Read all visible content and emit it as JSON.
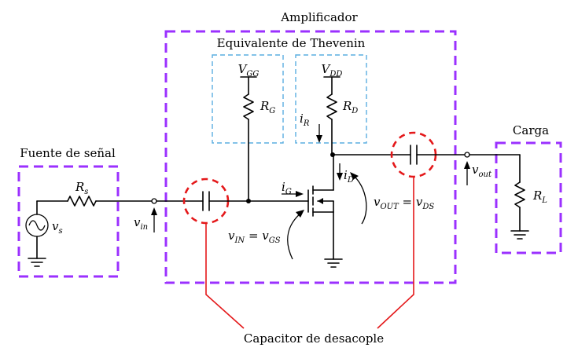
{
  "blocks": {
    "amplifier": "Amplificador",
    "thevenin": "Equivalente de Thevenin",
    "source": "Fuente de señal",
    "load": "Carga"
  },
  "annotation": "Capacitor de desacople",
  "symbols": {
    "vgg": {
      "base": "V",
      "sub": "GG"
    },
    "vdd": {
      "base": "V",
      "sub": "DD"
    },
    "rg": {
      "base": "R",
      "sub": "G"
    },
    "rd": {
      "base": "R",
      "sub": "D"
    },
    "ir": {
      "base": "i",
      "sub": "R"
    },
    "id": {
      "base": "i",
      "sub": "D"
    },
    "ig": {
      "base": "i",
      "sub": "G"
    },
    "rs": {
      "base": "R",
      "sub": "s"
    },
    "vs": {
      "base": "v",
      "sub": "s"
    },
    "vin": {
      "base": "v",
      "sub": "in"
    },
    "vout": {
      "base": "v",
      "sub": "out"
    },
    "rl": {
      "base": "R",
      "sub": "L"
    },
    "vin_eq": {
      "a": "v",
      "a_sub": "IN",
      "eq": " = ",
      "b": "v",
      "b_sub": "GS"
    },
    "vout_eq": {
      "a": "v",
      "a_sub": "OUT",
      "eq": " = ",
      "b": "v",
      "b_sub": "DS"
    }
  },
  "colors": {
    "block_border": "#9b30ff",
    "thevenin_border": "#5aaee0",
    "highlight": "#e4181a",
    "wire": "#000000"
  }
}
